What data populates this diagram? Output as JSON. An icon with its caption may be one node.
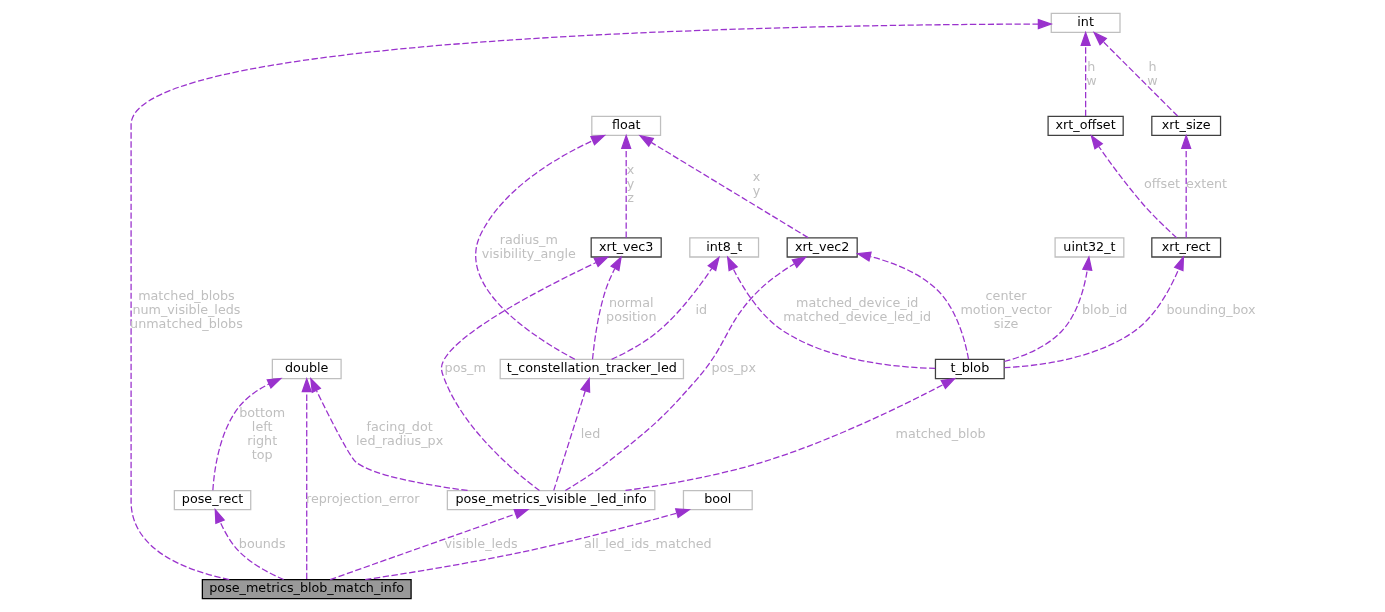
{
  "diagram": {
    "nodes": [
      {
        "text": [
          "int"
        ]
      },
      {
        "text": [
          "xrt_size"
        ]
      },
      {
        "text": [
          "xrt_offset"
        ]
      },
      {
        "text": [
          "float"
        ]
      },
      {
        "text": [
          "uint32_t"
        ]
      },
      {
        "text": [
          "xrt_rect"
        ]
      },
      {
        "text": [
          "xrt_vec2"
        ]
      },
      {
        "text": [
          "int8_t"
        ]
      },
      {
        "text": [
          "xrt_vec3"
        ]
      },
      {
        "text": [
          "t_blob"
        ]
      },
      {
        "text": [
          "t_constellation_tracker_led"
        ]
      },
      {
        "text": [
          "double"
        ]
      },
      {
        "text": [
          "pose_metrics_visible _led_info"
        ]
      },
      {
        "text": [
          "pose_rect"
        ]
      },
      {
        "text": [
          "bool"
        ]
      },
      {
        "text": [
          "pose_metrics_blob_match_info"
        ]
      }
    ],
    "edges": [
      {
        "from": 1,
        "to": 0,
        "arrow": "to",
        "label": "h w",
        "style": "dashed"
      },
      {
        "from": 2,
        "to": 0,
        "arrow": "to",
        "label": "h w",
        "style": "dashed"
      },
      {
        "from": 5,
        "to": 1,
        "arrow": "to",
        "label": "extent",
        "style": "dashed"
      },
      {
        "from": 5,
        "to": 2,
        "arrow": "to",
        "label": "offset",
        "style": "dashed"
      },
      {
        "from": 6,
        "to": 3,
        "arrow": "to",
        "label": "x y",
        "style": "dashed"
      },
      {
        "from": 9,
        "to": 4,
        "arrow": "to",
        "label": "blob_id",
        "style": "dashed"
      },
      {
        "from": 9,
        "to": 5,
        "arrow": "to",
        "label": "bounding_box",
        "style": "dashed"
      },
      {
        "from": 9,
        "to": 6,
        "arrow": "to",
        "label": "center motion_vector size",
        "style": "dashed"
      },
      {
        "from": 9,
        "to": 7,
        "arrow": "to",
        "label": "matched_device_id matched_device_led_id",
        "style": "dashed"
      },
      {
        "from": 10,
        "to": 7,
        "arrow": "to",
        "label": "id",
        "style": "dashed"
      },
      {
        "from": 10,
        "to": 3,
        "arrow": "to",
        "label": "radius_m visibility_angle",
        "style": "dashed"
      },
      {
        "from": 10,
        "to": 8,
        "arrow": "to",
        "label": "normal position",
        "style": "dashed"
      },
      {
        "from": 8,
        "to": 3,
        "arrow": "to",
        "label": "x y z",
        "style": "dashed"
      },
      {
        "from": 12,
        "to": 9,
        "arrow": "to",
        "label": "matched_blob",
        "style": "dashed"
      },
      {
        "from": 12,
        "to": 6,
        "arrow": "to",
        "label": "pos_px",
        "style": "dashed"
      },
      {
        "from": 12,
        "to": 10,
        "arrow": "to",
        "label": "led",
        "style": "dashed"
      },
      {
        "from": 12,
        "to": 8,
        "arrow": "to",
        "label": "pos_m",
        "style": "dashed"
      },
      {
        "from": 12,
        "to": 11,
        "arrow": "to",
        "label": "facing_dot led_radius_px",
        "style": "dashed"
      },
      {
        "from": 13,
        "to": 11,
        "arrow": "to",
        "label": "bottom left right top",
        "style": "dashed"
      },
      {
        "from": 15,
        "to": 12,
        "arrow": "to",
        "label": "visible_leds",
        "style": "dashed"
      },
      {
        "from": 15,
        "to": 11,
        "arrow": "to",
        "label": "reprojection_error",
        "style": "dashed"
      },
      {
        "from": 15,
        "to": 13,
        "arrow": "to",
        "label": "bounds",
        "style": "dashed"
      },
      {
        "from": 15,
        "to": 14,
        "arrow": "to",
        "label": "all_led_ids_matched",
        "style": "dashed"
      },
      {
        "from": 15,
        "to": 0,
        "arrow": "to",
        "label": "matched_blobs num_visible_leds unmatched_blobs",
        "style": "dashed"
      }
    ]
  }
}
